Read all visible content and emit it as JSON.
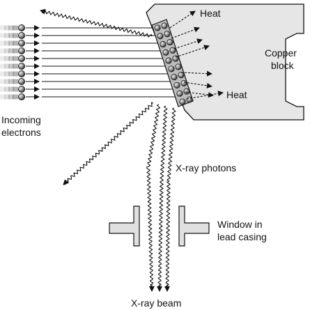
{
  "labels": {
    "heat_top": "Heat",
    "heat_bottom": "Heat",
    "copper_line1": "Copper",
    "copper_line2": "block",
    "incoming_line1": "Incoming",
    "incoming_line2": "electrons",
    "xray_photons": "X-ray photons",
    "window_line1": "Window in",
    "window_line2": "lead casing",
    "xray_beam": "X-ray beam"
  },
  "colors": {
    "ink": "#111111",
    "copper_block": "#e6e6e6",
    "target": "#bdbdbd",
    "window": "#e0e0e0",
    "electron": "#555555"
  },
  "icons": {
    "electron": "grey-sphere",
    "target_atom": "grey-sphere"
  }
}
